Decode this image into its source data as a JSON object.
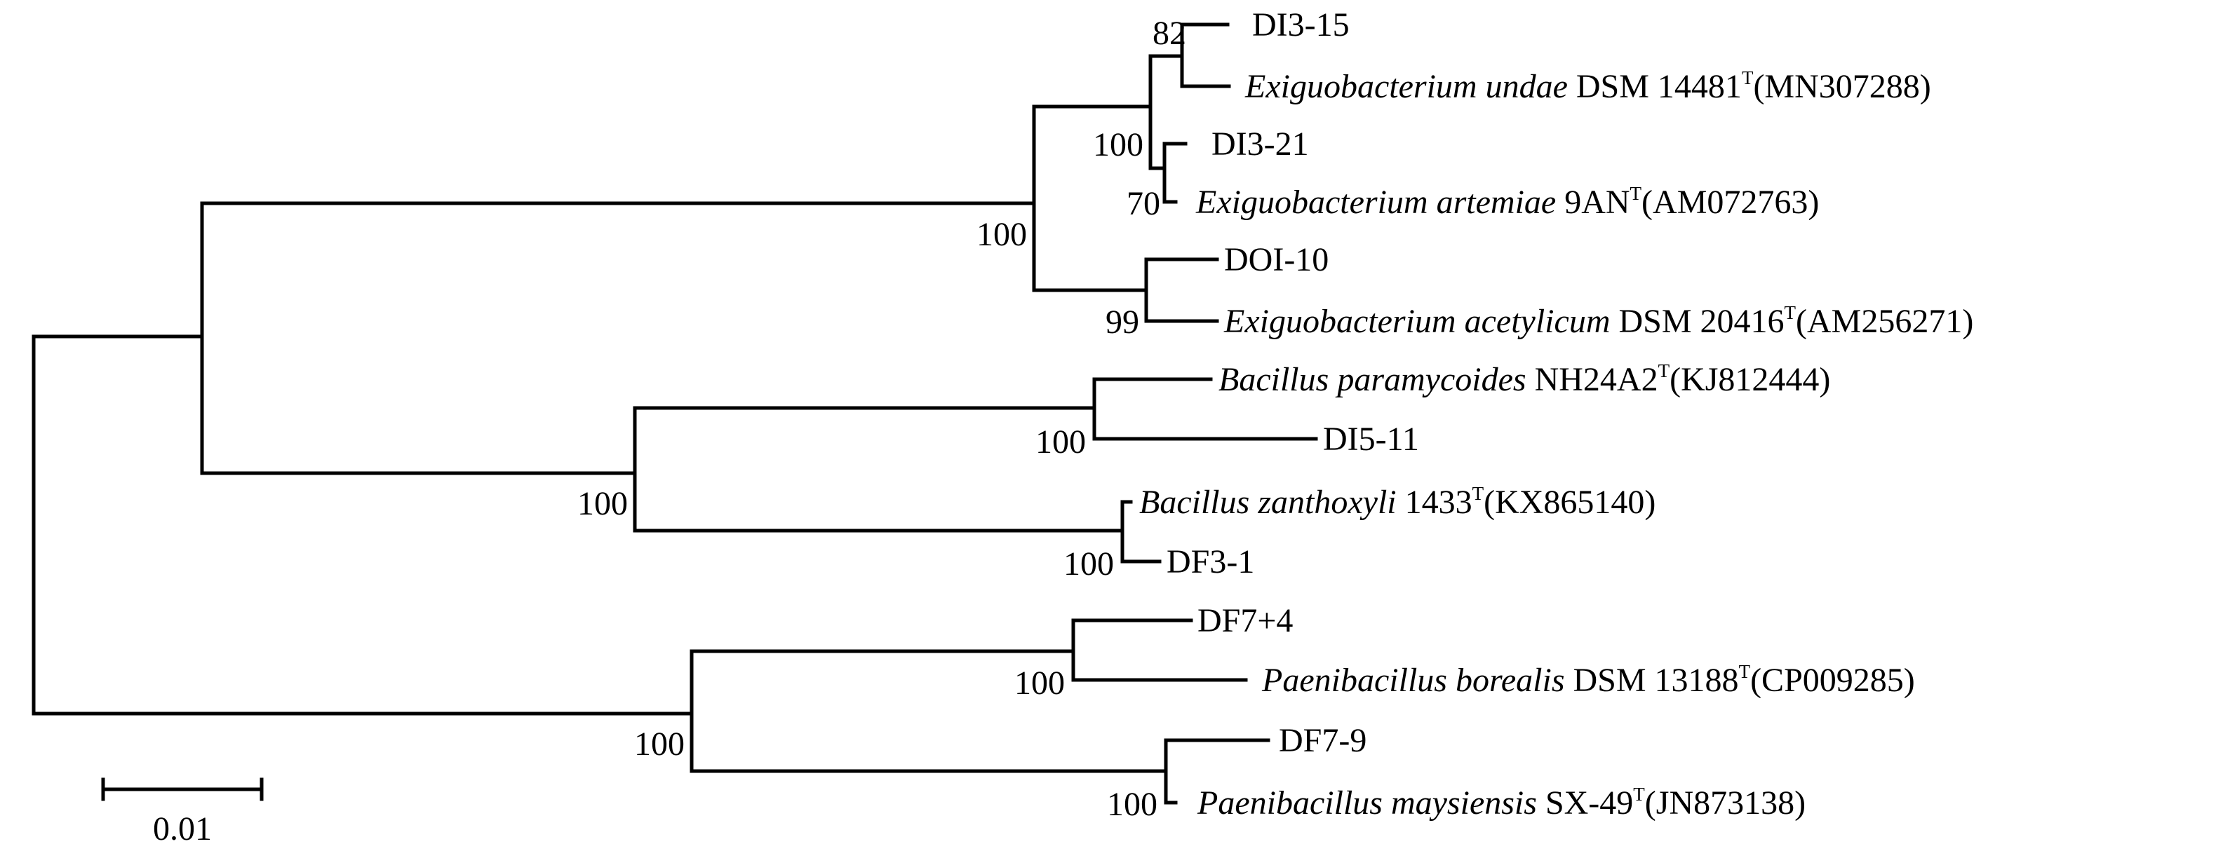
{
  "taxa": {
    "di3_15": {
      "name": "DI3-15"
    },
    "undae": {
      "genus_species": "Exiguobacterium undae",
      "strain": "DSM 14481",
      "type_mark": "T",
      "accession": "(MN307288)"
    },
    "di3_21": {
      "name": "DI3-21"
    },
    "artemiae": {
      "genus_species": "Exiguobacterium artemiae",
      "strain": "9AN",
      "type_mark": "T",
      "accession": "(AM072763)"
    },
    "doi_10": {
      "name": "DOI-10"
    },
    "acetylicum": {
      "genus_species": "Exiguobacterium acetylicum",
      "strain": "DSM 20416",
      "type_mark": "T",
      "accession": "(AM256271)"
    },
    "paramycoides": {
      "genus_species": "Bacillus paramycoides",
      "strain": "NH24A2",
      "type_mark": "T",
      "accession": "(KJ812444)"
    },
    "di5_11": {
      "name": "DI5-11"
    },
    "zanthoxyli": {
      "genus_species": "Bacillus zanthoxyli",
      "strain": "1433",
      "type_mark": "T",
      "accession": "(KX865140)"
    },
    "df3_1": {
      "name": "DF3-1"
    },
    "df7_4": {
      "name": "DF7+4"
    },
    "borealis": {
      "genus_species": "Paenibacillus borealis",
      "strain": "DSM 13188",
      "type_mark": "T",
      "accession": "(CP009285)"
    },
    "df7_9": {
      "name": "DF7-9"
    },
    "maysiensis": {
      "genus_species": "Paenibacillus maysiensis",
      "strain": "SX-49",
      "type_mark": "T",
      "accession": "(JN873138)"
    }
  },
  "bootstrap": {
    "di3_15_undae": "82",
    "exiguo_inner": "100",
    "di3_21_artemiae": "70",
    "exiguo_clade": "100",
    "doi_acetylicum": "99",
    "paramycoides_di5": "100",
    "bacillus_clade": "100",
    "zanthoxyli_df3": "100",
    "df7_4_borealis": "100",
    "paenibacillus_clade": "100",
    "df7_9_maysiensis": "100"
  },
  "scale_bar": {
    "label": "0.01"
  }
}
